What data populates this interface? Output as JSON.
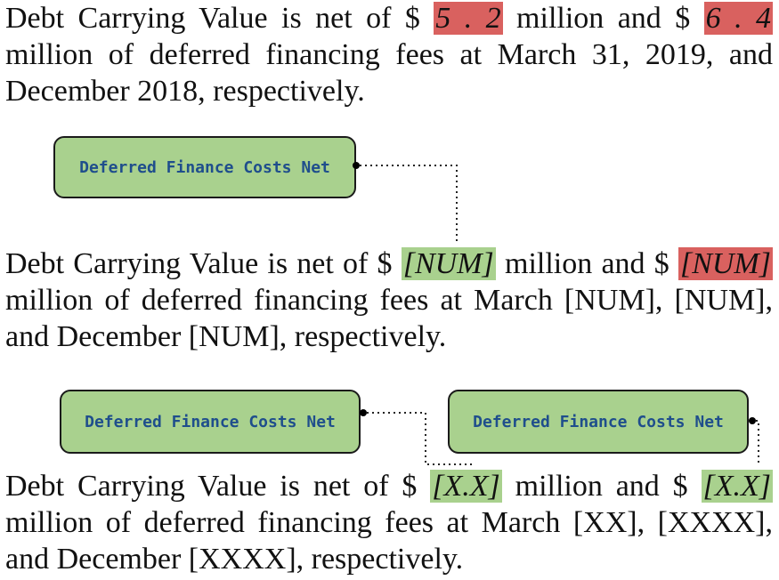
{
  "para1": {
    "pre1": "Debt Carrying Value is net of $ ",
    "val1": "5 . 2",
    "mid1": " million and $ ",
    "val2": "6 . 4",
    "rest": " million of deferred financing fees at March 31, 2019, and December 2018, respectively."
  },
  "para2": {
    "pre1": "Debt Carrying Value is net of $ ",
    "val1": "[NUM]",
    "mid1": " million and $ ",
    "val2": "[NUM]",
    "rest": " million of deferred financing fees at March [NUM], [NUM], and December [NUM], respectively."
  },
  "para3": {
    "pre1": "Debt Carrying Value is net of $ ",
    "val1": "[X.X]",
    "mid1": " million and $ ",
    "val2": "[X.X]",
    "rest": " million of deferred financing fees at March [XX], [XXXX], and December [XXXX], respectively."
  },
  "labels": {
    "box1": "Deferred Finance Costs Net",
    "box2": "Deferred Finance Costs Net",
    "box3": "Deferred Finance Costs Net"
  },
  "colors": {
    "mismatch": "#d9615f",
    "match": "#a9d18e",
    "label_text": "#1f4e8c"
  }
}
